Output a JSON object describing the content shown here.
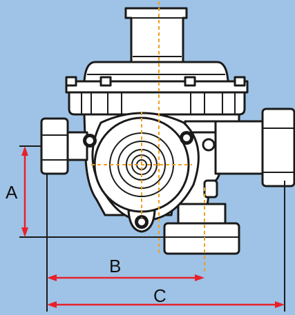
{
  "dimensions": {
    "a_label": "A",
    "b_label": "B",
    "c_label": "C"
  },
  "colors": {
    "background": "#9ec3e6",
    "outline": "#1a1a1a",
    "centerline": "#f0a020",
    "dimension_line": "#e8202a"
  }
}
